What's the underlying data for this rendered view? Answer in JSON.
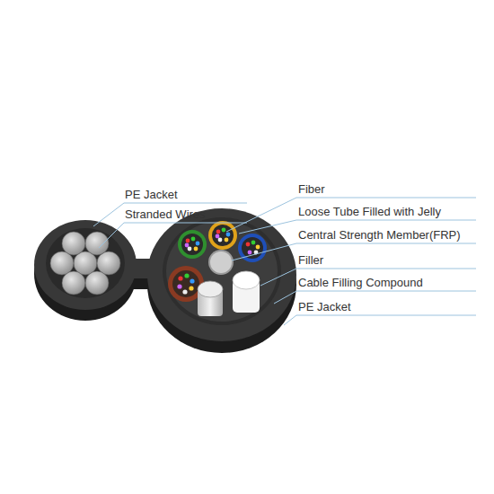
{
  "diagram": {
    "labels": [
      "PE Jacket",
      "Stranded Wires",
      "Fiber",
      "Loose Tube Filled with Jelly",
      "Central Strength Member(FRP)",
      "Filler",
      "Cable Filling Compound",
      "PE  Jacket"
    ]
  }
}
